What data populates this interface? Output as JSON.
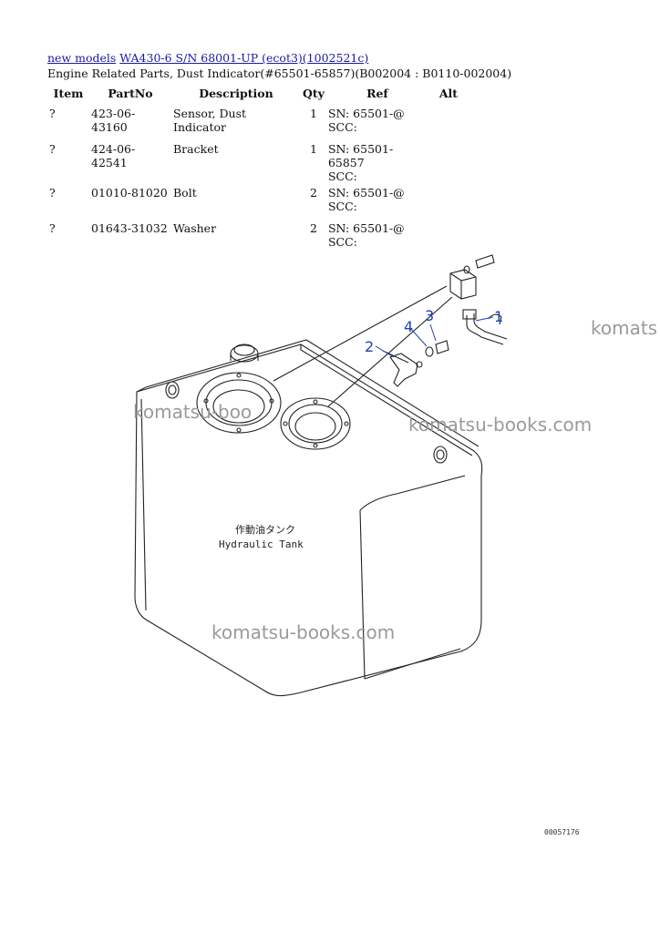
{
  "breadcrumb": {
    "link1": "new models",
    "link2": "WA430-6 S/N 68001-UP (ecot3)(1002521c)"
  },
  "subtitle": "Engine Related Parts, Dust Indicator(#65501-65857)(B002004 : B0110-002004)",
  "table": {
    "headers": [
      "Item",
      "PartNo",
      "Description",
      "Qty",
      "Ref",
      "Alt"
    ],
    "rows": [
      {
        "item": "?",
        "part": "423-06-43160",
        "desc": "Sensor, Dust Indicator",
        "qty": "1",
        "ref1": "SN: 65501-@",
        "ref2": "SCC:"
      },
      {
        "item": "?",
        "part": "424-06-42541",
        "desc": "Bracket",
        "qty": "1",
        "ref1": "SN: 65501-65857",
        "ref2": "SCC:"
      },
      {
        "item": "?",
        "part": "01010-81020",
        "desc": "Bolt",
        "qty": "2",
        "ref1": "SN: 65501-@",
        "ref2": "SCC:"
      },
      {
        "item": "?",
        "part": "01643-31032",
        "desc": "Washer",
        "qty": "2",
        "ref1": "SN: 65501-@",
        "ref2": "SCC:"
      }
    ]
  },
  "diagram": {
    "callouts": [
      "1",
      "2",
      "3",
      "4"
    ],
    "tank_label_jp": "作動油タンク",
    "tank_label_en": "Hydraulic Tank",
    "watermark": "komatsu-books.com",
    "watermark_partial_top": "komats",
    "watermark_partial_left": "komatsu-boo",
    "drawing_code": "00057176",
    "link_color": "#1a1aa6",
    "callout_color": "#1f3fbf"
  }
}
